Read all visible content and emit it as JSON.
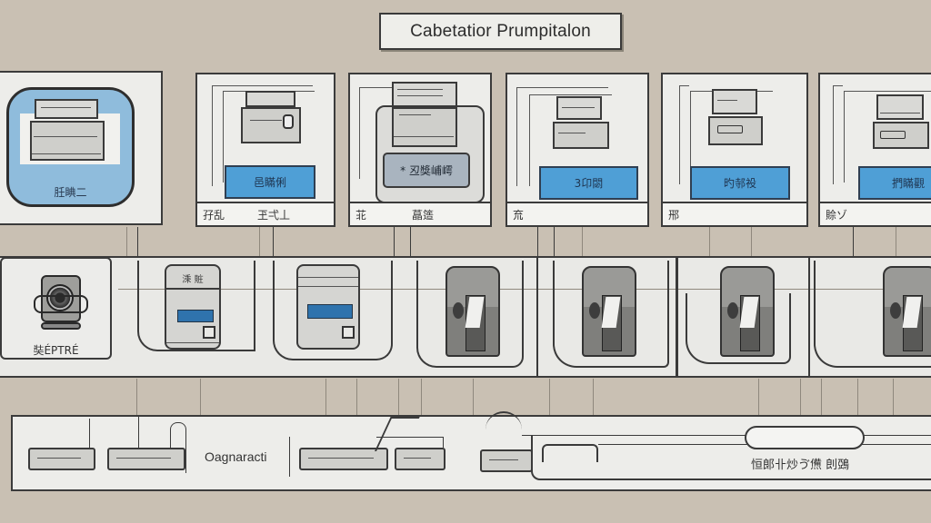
{
  "header": {
    "title": "Cabetatior Prumpitalon"
  },
  "top_row": {
    "panels": [
      {
        "id": "panel-1",
        "icon": "printer-icon",
        "style": "rounded-blue",
        "button_label": "䏕睓二"
      },
      {
        "id": "panel-2",
        "icon": "printer-icon",
        "style": "blue-button",
        "button_label": "邑瞞俐",
        "footer_left": "孖乱",
        "footer_right": "玊弌丄"
      },
      {
        "id": "panel-3",
        "icon": "printer-icon",
        "style": "gray-button",
        "button_label": "* 丒獎峬嶀",
        "footer_left": "苝",
        "footer_right": "蕌簉"
      },
      {
        "id": "panel-4",
        "icon": "printer-icon",
        "style": "blue-button",
        "button_label": "3卬閟",
        "footer_left": "㐬"
      },
      {
        "id": "panel-5",
        "icon": "printer-icon",
        "style": "blue-button",
        "button_label": "旳邿祋",
        "footer_left": "郉"
      },
      {
        "id": "panel-6",
        "icon": "printer-icon",
        "style": "blue-button",
        "button_label": "捫瞞觀",
        "footer_left": "賒ゾ"
      }
    ]
  },
  "middle_row": {
    "tiles": [
      {
        "id": "tile-1",
        "icon": "webcam-icon",
        "label": "奘ÉPTRÉ"
      },
      {
        "id": "tile-2",
        "icon": "card-reader-icon",
        "header_text": "溗 賍"
      },
      {
        "id": "tile-3",
        "icon": "card-reader-icon"
      },
      {
        "id": "tile-4",
        "icon": "scanner-mechanism-icon"
      },
      {
        "id": "tile-5",
        "icon": "scanner-mechanism-icon"
      },
      {
        "id": "tile-6",
        "icon": "scanner-mechanism-icon"
      },
      {
        "id": "tile-7",
        "icon": "scanner-mechanism-icon"
      }
    ]
  },
  "bottom_bar": {
    "label_left": "Oagnaracti",
    "label_right": "恒郞卝炒ゔ㷶 剆鵶",
    "racks": [
      {
        "id": "rack-1"
      },
      {
        "id": "rack-2"
      },
      {
        "id": "rack-3"
      },
      {
        "id": "rack-4"
      },
      {
        "id": "rack-5"
      }
    ]
  },
  "colors": {
    "background": "#c9c0b3",
    "panel": "#ededea",
    "accent_blue": "#4f9fd6",
    "screen_blue": "#2f73ad",
    "outline": "#3b3b3b"
  }
}
